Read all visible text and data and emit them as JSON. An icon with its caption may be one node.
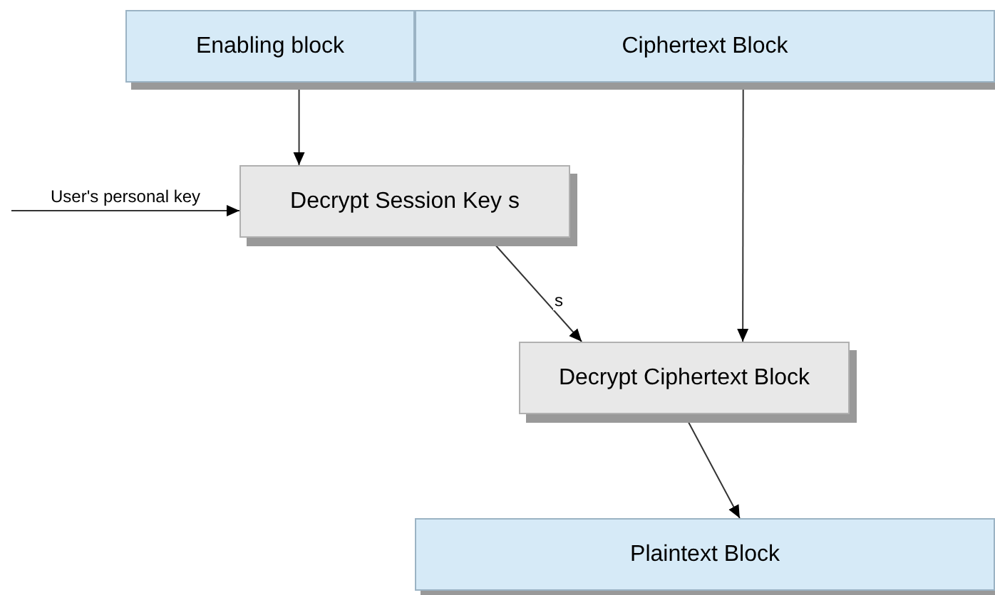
{
  "diagram": {
    "nodes": [
      {
        "text": [
          "Enabling block"
        ]
      },
      {
        "text": [
          "Ciphertext Block"
        ]
      },
      {
        "text": [
          "Decrypt Session Key s"
        ]
      },
      {
        "text": [
          "Decrypt Ciphertext Block"
        ]
      },
      {
        "text": [
          "Plaintext Block"
        ]
      }
    ],
    "edges": [
      {
        "from": 0,
        "to": 2,
        "arrow": "to"
      },
      {
        "from": null,
        "to": 2,
        "arrow": "to",
        "label": "User's personal key"
      },
      {
        "from": 1,
        "to": 3,
        "arrow": "to"
      },
      {
        "from": 2,
        "to": 3,
        "arrow": "to",
        "label": "s"
      },
      {
        "from": 3,
        "to": 4,
        "arrow": "to"
      }
    ]
  }
}
